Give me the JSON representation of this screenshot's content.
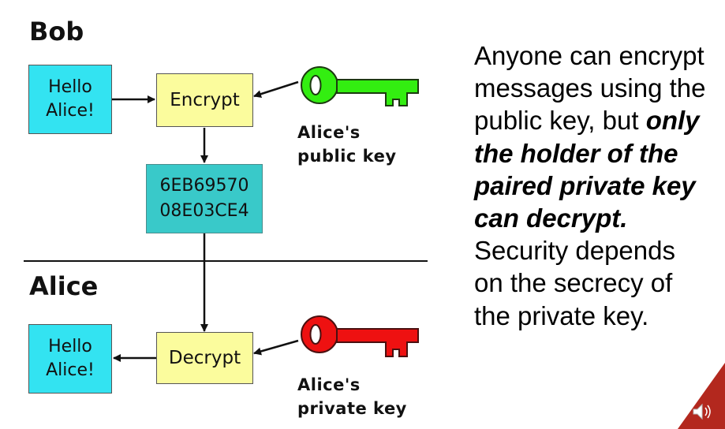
{
  "diagram": {
    "sender_label": "Bob",
    "receiver_label": "Alice",
    "plaintext_top": [
      "Hello",
      "Alice!"
    ],
    "plaintext_bottom": [
      "Hello",
      "Alice!"
    ],
    "encrypt_label": "Encrypt",
    "decrypt_label": "Decrypt",
    "ciphertext": [
      "6EB69570",
      "08E03CE4"
    ],
    "public_key_caption": [
      "Alice's",
      "public key"
    ],
    "private_key_caption": [
      "Alice's",
      "private key"
    ],
    "public_key_color": "#33ee11",
    "private_key_color": "#ee1111"
  },
  "side_text": {
    "intro": "Anyone can encrypt messages using the public key, but",
    "emphasis": "only the holder of the paired private key can decrypt.",
    "outro": "Security depends on the secrecy of the private key."
  },
  "corner": {
    "accent_color": "#b3281e",
    "icon": "speaker-icon"
  }
}
